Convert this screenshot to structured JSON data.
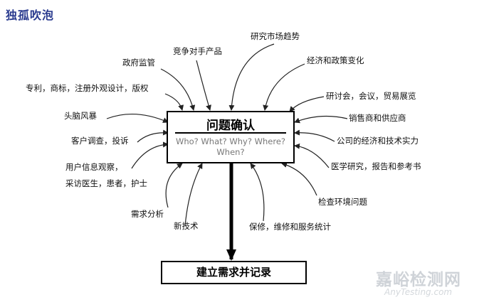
{
  "brand": "独孤吹泡",
  "center": {
    "title": "问题确认",
    "subtitle_line1": "Who? What? Why? Where?",
    "subtitle_line2": "When?"
  },
  "output": "建立需求并记录",
  "inputs": {
    "competitor_products": "竞争对手产品",
    "market_trends": "研究市场趋势",
    "government_regulation": "政府监管",
    "economy_policy_change": "经济和政策变化",
    "patents_trademarks": "专利，商标，注册外观设计，版权",
    "seminars_meetings_expos": "研讨会，会议，贸易展览",
    "brainstorming": "头脑风暴",
    "distributors_suppliers": "销售商和供应商",
    "customer_survey_complaints": "客户调查，投诉",
    "company_capability": "公司的经济和技术实力",
    "user_observation_line1": "用户信息观察，",
    "user_observation_line2": "采访医生，患者，护士",
    "medical_research": "医学研究，报告和参考书",
    "requirement_analysis": "需求分析",
    "environment_check": "检查环境问题",
    "new_technology": "新技术",
    "service_statistics": "保修，维修和服务统计"
  },
  "watermark": {
    "cn": "嘉峪检测网",
    "en": "AnyTesting.com"
  }
}
